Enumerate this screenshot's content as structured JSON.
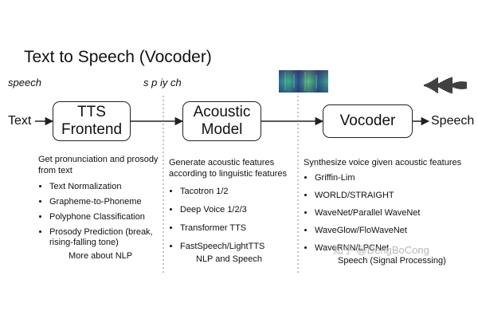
{
  "title": "Text to Speech (Vocoder)",
  "labels": {
    "speech_word": "speech",
    "phonemes": "s p iy ch"
  },
  "input_label": "Text",
  "output_label": "Speech",
  "boxes": [
    {
      "lines": [
        "TTS",
        "Frontend"
      ]
    },
    {
      "lines": [
        "Acoustic",
        "Model"
      ]
    },
    {
      "lines": [
        "Vocoder"
      ]
    }
  ],
  "columns": [
    {
      "heading": "Get pronunciation and prosody from text",
      "items": [
        "Text Normalization",
        "Grapheme-to-Phoneme",
        "Polyphone Classification",
        "Prosody Prediction (break, rising-falling tone)"
      ],
      "footer": "More about NLP"
    },
    {
      "heading": "Generate acoustic features according to linguistic features",
      "items": [
        "Tacotron 1/2",
        "Deep Voice 1/2/3",
        "Transformer TTS",
        "FastSpeech/LightTTS"
      ],
      "footer": "NLP and Speech"
    },
    {
      "heading": "Synthesize voice given acoustic features",
      "items": [
        "Griffin-Lim",
        "WORLD/STRAIGHT",
        "WaveNet/Parallel WaveNet",
        "WaveGlow/FloWaveNet",
        "WaveRNN/LPCNet"
      ],
      "footer": "Speech (Signal Processing)"
    }
  ],
  "watermark": "知乎 @DengBoCong",
  "colors": {
    "line": "#222222",
    "dotted": "#888888",
    "watermark": "#b9b9b9"
  }
}
